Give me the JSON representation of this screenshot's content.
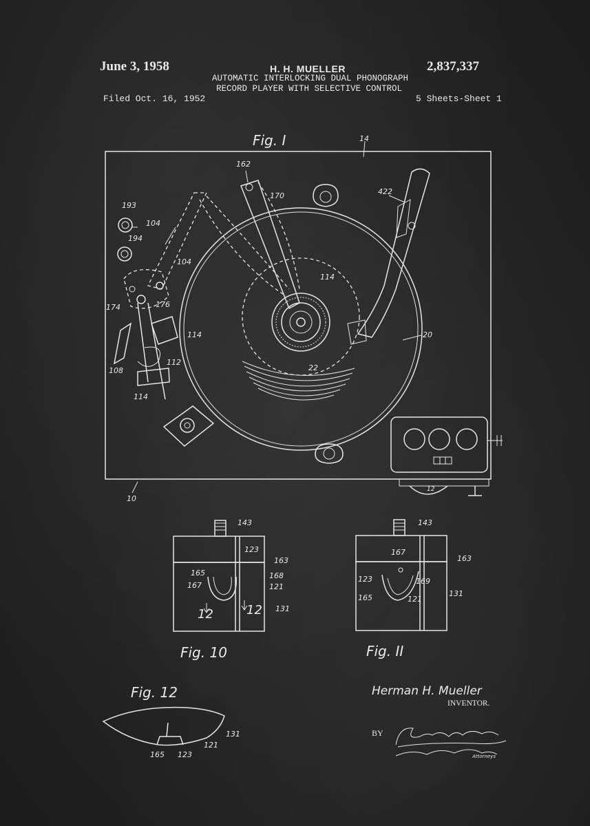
{
  "header": {
    "date": "June 3, 1958",
    "inventor_name": "H. H. MUELLER",
    "patent_number": "2,837,337",
    "title_line1": "AUTOMATIC INTERLOCKING DUAL PHONOGRAPH",
    "title_line2": "RECORD PLAYER WITH SELECTIVE CONTROL",
    "filed": "Filed Oct. 16, 1952",
    "sheets": "5 Sheets-Sheet 1"
  },
  "figures": {
    "fig1": {
      "label": "Fig. I",
      "refs": {
        "r14a": "14",
        "r162": "162",
        "r170": "170",
        "r422": "422",
        "r193": "193",
        "r194": "194",
        "r104a": "104",
        "r104b": "104",
        "r174": "174",
        "r176": "176",
        "r114a": "114",
        "r114b": "114",
        "r114c": "114",
        "r108": "108",
        "r112": "112",
        "r22": "22",
        "r20": "20",
        "r10": "10",
        "r12": "12"
      }
    },
    "fig10": {
      "label": "Fig. 10",
      "refs": {
        "r143": "143",
        "r123": "123",
        "r163": "163",
        "r165": "165",
        "r168": "168",
        "r167": "167",
        "r121": "121",
        "r12a": "12",
        "r12b": "12",
        "r131": "131"
      }
    },
    "fig11": {
      "label": "Fig. II",
      "refs": {
        "r143": "143",
        "r167": "167",
        "r163": "163",
        "r123": "123",
        "r169": "169",
        "r165": "165",
        "r121": "121",
        "r131": "131"
      }
    },
    "fig12": {
      "label": "Fig. 12",
      "refs": {
        "r131": "131",
        "r121": "121",
        "r165": "165",
        "r123": "123"
      }
    }
  },
  "signature": {
    "inventor_name": "Herman H. Mueller",
    "inventor_label": "INVENTOR.",
    "by": "BY",
    "attorneys": "Clarence A. O'Brien and Harvey B. Jacobson",
    "attorneys_label": "Attorneys"
  }
}
